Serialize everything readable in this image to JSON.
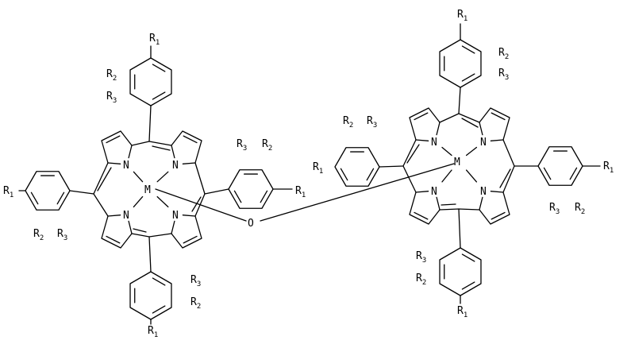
{
  "labels": {
    "metal": "M",
    "nitrogen": "N",
    "bridge": "O",
    "r1": "R",
    "r1_sub": "1",
    "r2": "R",
    "r2_sub": "2",
    "r3": "R",
    "r3_sub": "3"
  },
  "colors": {
    "ink": "#000000",
    "background": "#ffffff"
  }
}
